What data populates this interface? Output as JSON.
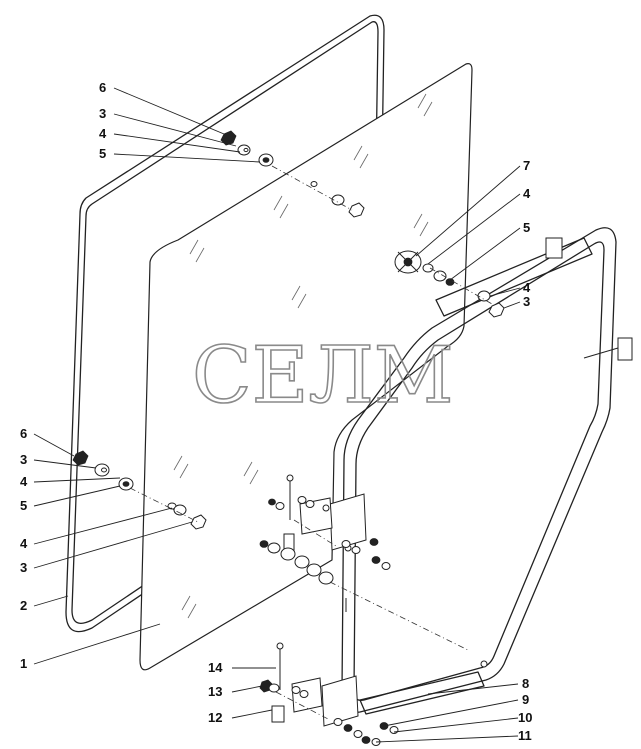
{
  "watermark": "СЕЛМ",
  "callouts": [
    {
      "id": "c6a",
      "label": "6"
    },
    {
      "id": "c3a",
      "label": "3"
    },
    {
      "id": "c4a",
      "label": "4"
    },
    {
      "id": "c5a",
      "label": "5"
    },
    {
      "id": "c7",
      "label": "7"
    },
    {
      "id": "c4b",
      "label": "4"
    },
    {
      "id": "c5b",
      "label": "5"
    },
    {
      "id": "c4c",
      "label": "4"
    },
    {
      "id": "c3b",
      "label": "3"
    },
    {
      "id": "c6b",
      "label": "6"
    },
    {
      "id": "c3c",
      "label": "3"
    },
    {
      "id": "c4d",
      "label": "4"
    },
    {
      "id": "c5c",
      "label": "5"
    },
    {
      "id": "c4e",
      "label": "4"
    },
    {
      "id": "c3d",
      "label": "3"
    },
    {
      "id": "c2",
      "label": "2"
    },
    {
      "id": "c1",
      "label": "1"
    },
    {
      "id": "c14",
      "label": "14"
    },
    {
      "id": "c13",
      "label": "13"
    },
    {
      "id": "c12",
      "label": "12"
    },
    {
      "id": "c8",
      "label": "8"
    },
    {
      "id": "c9",
      "label": "9"
    },
    {
      "id": "c10",
      "label": "10"
    },
    {
      "id": "c11",
      "label": "11"
    }
  ]
}
